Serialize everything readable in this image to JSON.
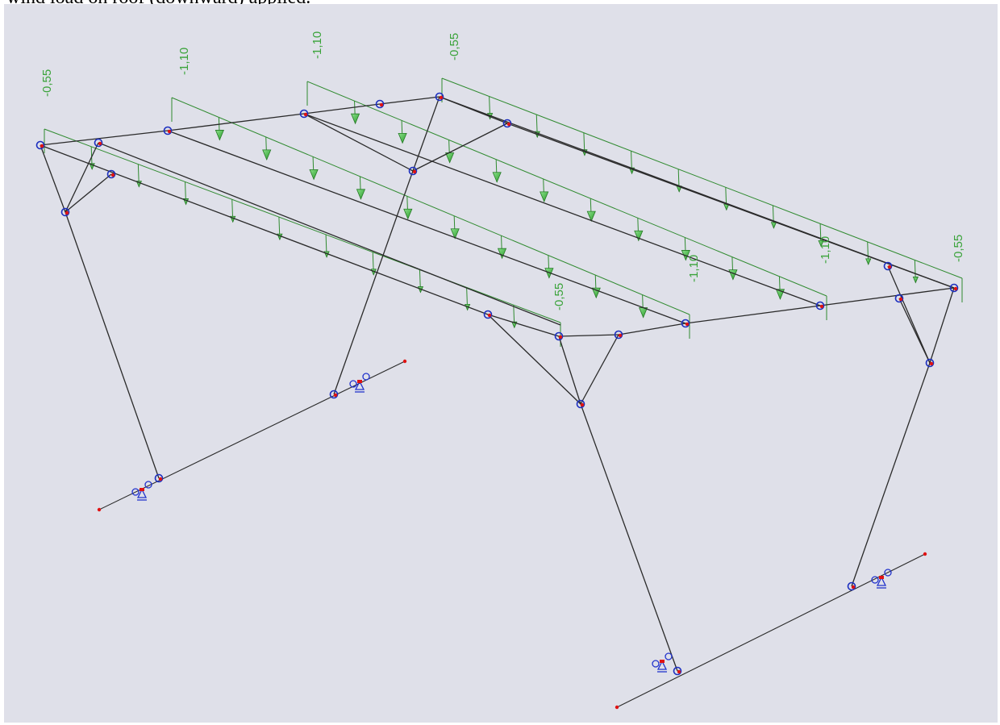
{
  "caption": "wind load on roof (downward) applied.",
  "colors": {
    "background": "#dfe0e9",
    "member": "#2a2a2a",
    "load": "#3aa33a",
    "node_ring": "#1c2fbf",
    "node_dot": "#e01313"
  },
  "load_labels": [
    "-0,55",
    "-1,10",
    "-1,10",
    "-0,55",
    "-0,55",
    "-1,10",
    "-1,10",
    "-0,55"
  ]
}
